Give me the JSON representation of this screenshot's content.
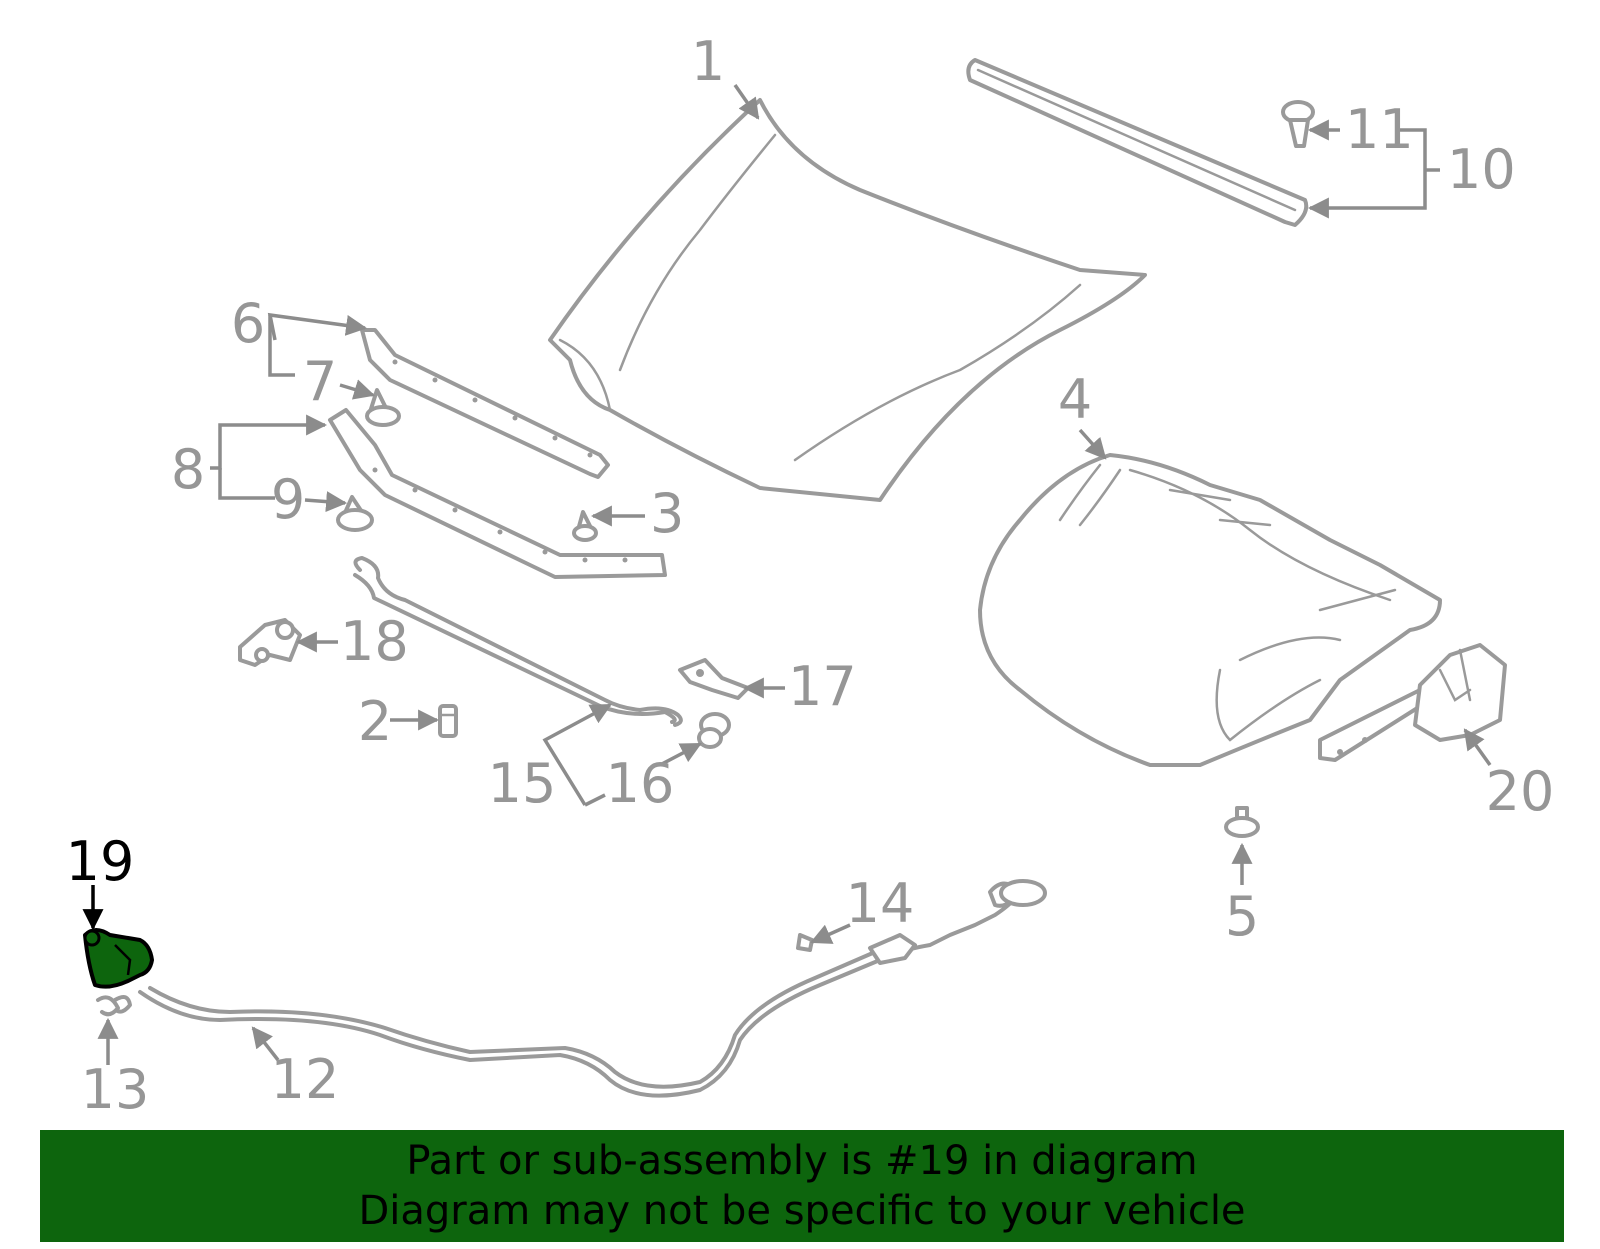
{
  "highlight_color": "#0d650d",
  "callouts": {
    "c1": "1",
    "c2": "2",
    "c3": "3",
    "c4": "4",
    "c5": "5",
    "c6": "6",
    "c7": "7",
    "c8": "8",
    "c9": "9",
    "c10": "10",
    "c11": "11",
    "c12": "12",
    "c13": "13",
    "c14": "14",
    "c15": "15",
    "c16": "16",
    "c17": "17",
    "c18": "18",
    "c19": "19",
    "c20": "20"
  },
  "highlighted_part": "19",
  "banner": {
    "line1": "Part or sub-assembly is #19 in diagram",
    "line2": "Diagram may not be specific to your vehicle"
  }
}
